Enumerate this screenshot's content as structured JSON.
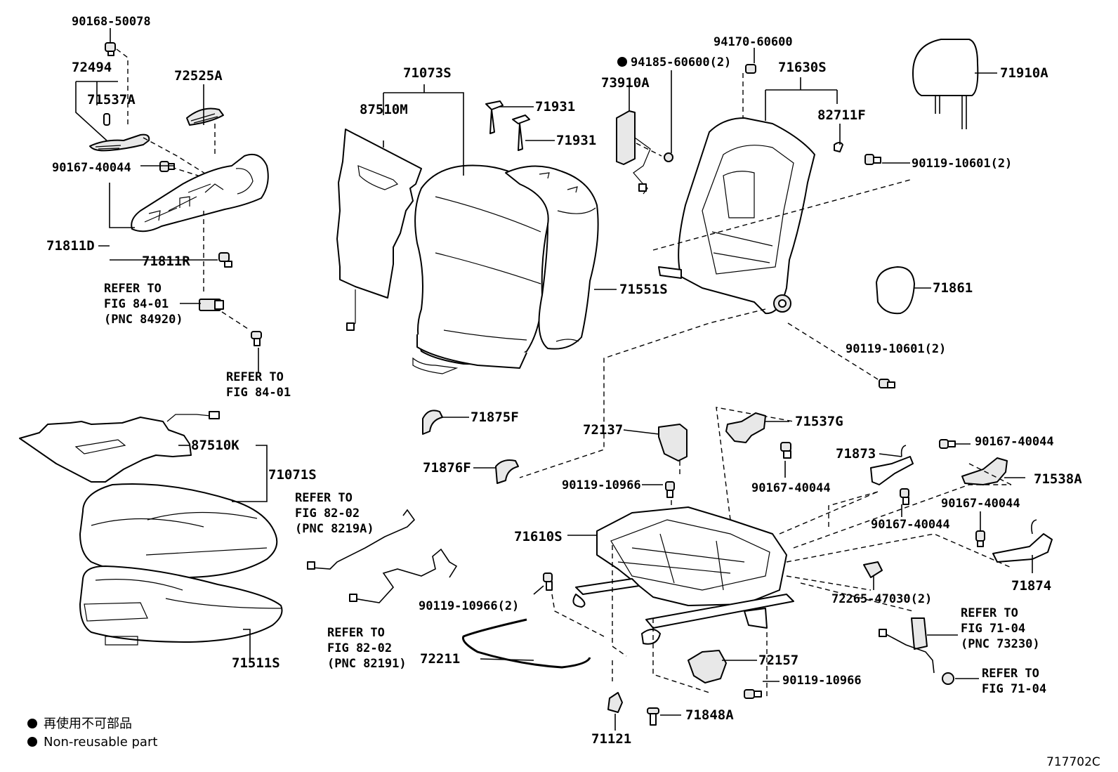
{
  "diagram_id": "717702C",
  "labels": {
    "p90168_50078": "90168-50078",
    "p72494": "72494",
    "p71537A": "71537A",
    "p72525A": "72525A",
    "p90167_40044_a": "90167-40044",
    "p71811D": "71811D",
    "p71811R": "71811R",
    "refer_84_01_a_1": "REFER TO",
    "refer_84_01_a_2": "FIG 84-01",
    "refer_84_01_a_3": "(PNC 84920)",
    "refer_84_01_b_1": "REFER TO",
    "refer_84_01_b_2": "FIG 84-01",
    "p71073S": "71073S",
    "p87510M": "87510M",
    "p71931_a": "71931",
    "p71931_b": "71931",
    "p71551S": "71551S",
    "p94170_60600": "94170-60600",
    "p94185_60600": "94185-60600(2)",
    "p73910A": "73910A",
    "p71630S": "71630S",
    "p82711F": "82711F",
    "p90119_10601_a": "90119-10601(2)",
    "p71910A": "71910A",
    "p71861": "71861",
    "p90119_10601_b": "90119-10601(2)",
    "p87510K": "87510K",
    "p71071S": "71071S",
    "p71511S": "71511S",
    "p71875F": "71875F",
    "p71876F": "71876F",
    "refer_82_02_a_1": "REFER TO",
    "refer_82_02_a_2": "FIG 82-02",
    "refer_82_02_a_3": "(PNC 8219A)",
    "refer_82_02_b_1": "REFER TO",
    "refer_82_02_b_2": "FIG 82-02",
    "refer_82_02_b_3": "(PNC 82191)",
    "p90119_10966_2": "90119-10966(2)",
    "p72211": "72211",
    "p72137": "72137",
    "p90119_10966_a": "90119-10966",
    "p71610S": "71610S",
    "p71537G": "71537G",
    "p90167_40044_b": "90167-40044",
    "p71873": "71873",
    "p90167_40044_c": "90167-40044",
    "p90167_40044_d": "90167-40044",
    "p71538A": "71538A",
    "p90167_40044_e": "90167-40044",
    "p71874": "71874",
    "p72265_47030": "72265-47030(2)",
    "refer_71_04_a_1": "REFER TO",
    "refer_71_04_a_2": "FIG 71-04",
    "refer_71_04_a_3": "(PNC 73230)",
    "refer_71_04_b_1": "REFER TO",
    "refer_71_04_b_2": "FIG 71-04",
    "p72157": "72157",
    "p90119_10966_b": "90119-10966",
    "p71121": "71121",
    "p71848A": "71848A"
  },
  "legend": {
    "jp": "再使用不可部品",
    "en": "Non-reusable part"
  }
}
